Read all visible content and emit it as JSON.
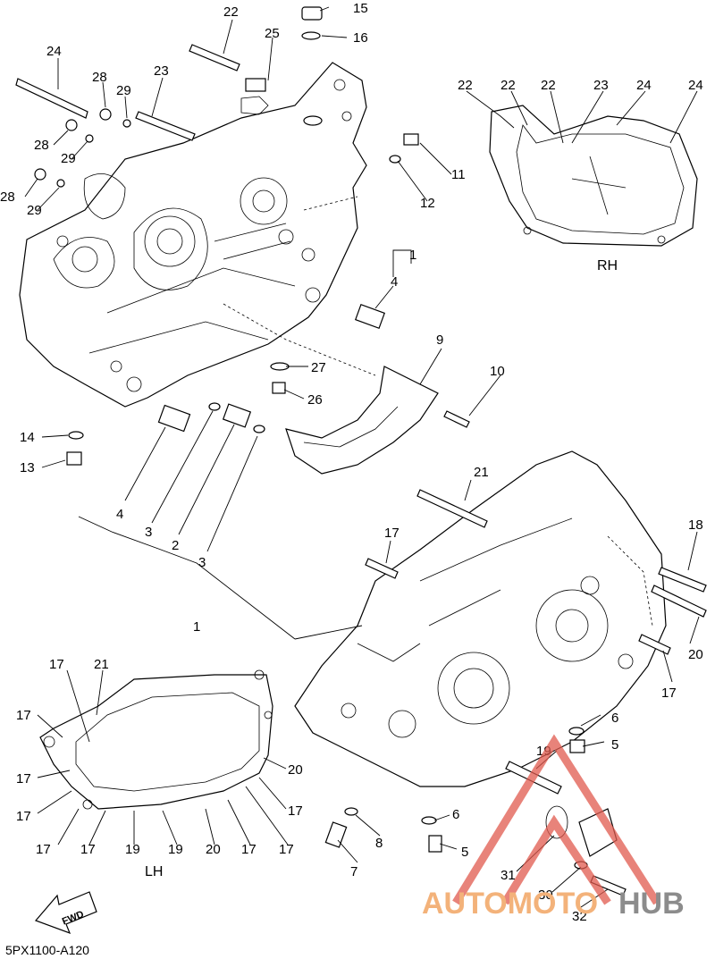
{
  "diagram": {
    "callouts": [
      "1",
      "2",
      "3",
      "4",
      "5",
      "6",
      "7",
      "8",
      "9",
      "10",
      "11",
      "12",
      "13",
      "14",
      "15",
      "16",
      "17",
      "18",
      "19",
      "20",
      "21",
      "22",
      "23",
      "24",
      "25",
      "26",
      "27",
      "28",
      "29",
      "30",
      "31",
      "32"
    ],
    "side_labels": {
      "rh": "RH",
      "lh": "LH"
    },
    "direction_label": "FWD",
    "drawing_code": "5PX1100-A120"
  },
  "watermark": {
    "part1": "AUTOMOTO",
    "part2": "HUB",
    "colors": {
      "triangle": "#e05a4e",
      "part1": "#f3b27a",
      "part2": "#8c8c8c"
    }
  }
}
